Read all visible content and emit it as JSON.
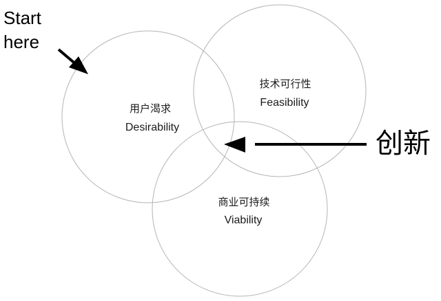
{
  "diagram": {
    "title": "Desirability / Feasibility / Viability Venn diagram",
    "start_note": {
      "line1": "Start",
      "line2": "here",
      "icon": "arrow-down-right-icon"
    },
    "innovation_note": {
      "label": "创新",
      "icon": "arrow-left-icon"
    },
    "circles": [
      {
        "id": "desirability",
        "label_cn": "用户渴求",
        "label_en": "Desirability"
      },
      {
        "id": "feasibility",
        "label_cn": "技术可行性",
        "label_en": "Feasibility"
      },
      {
        "id": "viability",
        "label_cn": "商业可持续",
        "label_en": "Viability"
      }
    ],
    "colors": {
      "circle_stroke": "#b4b4b4",
      "text": "#1a1a1a",
      "arrow": "#000000"
    }
  }
}
